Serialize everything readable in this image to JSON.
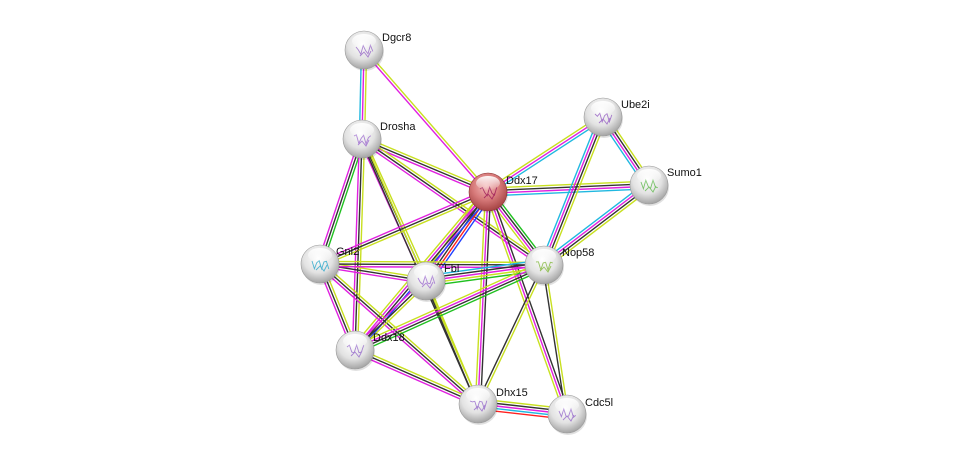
{
  "network": {
    "query_node": "Ddx17",
    "nodes": [
      {
        "id": "Dgcr8",
        "label": "Dgcr8",
        "query": false,
        "glyph": "#9b6fc9"
      },
      {
        "id": "Drosha",
        "label": "Drosha",
        "query": false,
        "glyph": "#a070d0"
      },
      {
        "id": "Ddx17",
        "label": "Ddx17",
        "query": true,
        "glyph": "#a0205a"
      },
      {
        "id": "Ube2i",
        "label": "Ube2i",
        "query": false,
        "glyph": "#9a66c6"
      },
      {
        "id": "Sumo1",
        "label": "Sumo1",
        "query": false,
        "glyph": "#66bb55"
      },
      {
        "id": "Gnl2",
        "label": "Gnl2",
        "query": false,
        "glyph": "#33aacc"
      },
      {
        "id": "Fbl",
        "label": "Fbl",
        "query": false,
        "glyph": "#a070d0"
      },
      {
        "id": "Nop58",
        "label": "Nop58",
        "query": false,
        "glyph": "#88bb44"
      },
      {
        "id": "Ddx18",
        "label": "Ddx18",
        "query": false,
        "glyph": "#9a70cc"
      },
      {
        "id": "Dhx15",
        "label": "Dhx15",
        "query": false,
        "glyph": "#9a70cc"
      },
      {
        "id": "Cdc5l",
        "label": "Cdc5l",
        "query": false,
        "glyph": "#9a70cc"
      }
    ],
    "edge_colors": {
      "textmining": "#c8e020",
      "coexpression": "#333333",
      "experiments": "#e020e0",
      "databases": "#20b8e0",
      "neighborhood": "#20c020",
      "cooccurrence": "#2040ff",
      "fusion": "#ff2020"
    },
    "edges": [
      {
        "a": "Dgcr8",
        "b": "Drosha",
        "evidence": [
          "textmining",
          "experiments",
          "databases"
        ]
      },
      {
        "a": "Dgcr8",
        "b": "Ddx17",
        "evidence": [
          "textmining",
          "experiments"
        ]
      },
      {
        "a": "Drosha",
        "b": "Ddx17",
        "evidence": [
          "textmining",
          "coexpression",
          "experiments"
        ]
      },
      {
        "a": "Drosha",
        "b": "Gnl2",
        "evidence": [
          "neighborhood",
          "coexpression",
          "experiments"
        ]
      },
      {
        "a": "Drosha",
        "b": "Fbl",
        "evidence": [
          "textmining",
          "coexpression",
          "experiments"
        ]
      },
      {
        "a": "Drosha",
        "b": "Nop58",
        "evidence": [
          "textmining",
          "coexpression",
          "experiments"
        ]
      },
      {
        "a": "Drosha",
        "b": "Ddx18",
        "evidence": [
          "textmining",
          "coexpression",
          "experiments"
        ]
      },
      {
        "a": "Drosha",
        "b": "Dhx15",
        "evidence": [
          "textmining",
          "coexpression"
        ]
      },
      {
        "a": "Ddx17",
        "b": "Ube2i",
        "evidence": [
          "textmining",
          "experiments",
          "databases"
        ]
      },
      {
        "a": "Ddx17",
        "b": "Sumo1",
        "evidence": [
          "textmining",
          "coexpression",
          "experiments",
          "databases"
        ]
      },
      {
        "a": "Ddx17",
        "b": "Gnl2",
        "evidence": [
          "textmining",
          "coexpression",
          "experiments"
        ]
      },
      {
        "a": "Ddx17",
        "b": "Fbl",
        "evidence": [
          "cooccurrence",
          "fusion",
          "coexpression",
          "experiments",
          "textmining"
        ]
      },
      {
        "a": "Ddx17",
        "b": "Nop58",
        "evidence": [
          "neighborhood",
          "coexpression",
          "experiments",
          "textmining"
        ]
      },
      {
        "a": "Ddx17",
        "b": "Ddx18",
        "evidence": [
          "cooccurrence",
          "coexpression",
          "experiments",
          "textmining"
        ]
      },
      {
        "a": "Ddx17",
        "b": "Dhx15",
        "evidence": [
          "coexpression",
          "experiments",
          "textmining"
        ]
      },
      {
        "a": "Ddx17",
        "b": "Cdc5l",
        "evidence": [
          "coexpression",
          "experiments",
          "textmining"
        ]
      },
      {
        "a": "Ube2i",
        "b": "Sumo1",
        "evidence": [
          "textmining",
          "coexpression",
          "experiments",
          "databases"
        ]
      },
      {
        "a": "Ube2i",
        "b": "Nop58",
        "evidence": [
          "textmining",
          "coexpression",
          "experiments",
          "databases"
        ]
      },
      {
        "a": "Sumo1",
        "b": "Nop58",
        "evidence": [
          "textmining",
          "coexpression",
          "experiments",
          "databases"
        ]
      },
      {
        "a": "Gnl2",
        "b": "Fbl",
        "evidence": [
          "textmining",
          "coexpression",
          "experiments"
        ]
      },
      {
        "a": "Gnl2",
        "b": "Nop58",
        "evidence": [
          "textmining",
          "coexpression",
          "experiments"
        ]
      },
      {
        "a": "Gnl2",
        "b": "Ddx18",
        "evidence": [
          "textmining",
          "coexpression",
          "experiments"
        ]
      },
      {
        "a": "Gnl2",
        "b": "Dhx15",
        "evidence": [
          "textmining",
          "coexpression",
          "experiments"
        ]
      },
      {
        "a": "Fbl",
        "b": "Nop58",
        "evidence": [
          "databases",
          "coexpression",
          "experiments",
          "textmining",
          "neighborhood"
        ]
      },
      {
        "a": "Fbl",
        "b": "Ddx18",
        "evidence": [
          "textmining",
          "coexpression",
          "experiments"
        ]
      },
      {
        "a": "Fbl",
        "b": "Dhx15",
        "evidence": [
          "textmining",
          "coexpression"
        ]
      },
      {
        "a": "Nop58",
        "b": "Ddx18",
        "evidence": [
          "neighborhood",
          "coexpression",
          "experiments",
          "textmining"
        ]
      },
      {
        "a": "Nop58",
        "b": "Dhx15",
        "evidence": [
          "textmining",
          "coexpression"
        ]
      },
      {
        "a": "Nop58",
        "b": "Cdc5l",
        "evidence": [
          "textmining",
          "coexpression"
        ]
      },
      {
        "a": "Ddx18",
        "b": "Dhx15",
        "evidence": [
          "textmining",
          "coexpression",
          "experiments"
        ]
      },
      {
        "a": "Dhx15",
        "b": "Cdc5l",
        "evidence": [
          "textmining",
          "coexpression",
          "experiments",
          "databases",
          "fusion"
        ]
      }
    ]
  }
}
